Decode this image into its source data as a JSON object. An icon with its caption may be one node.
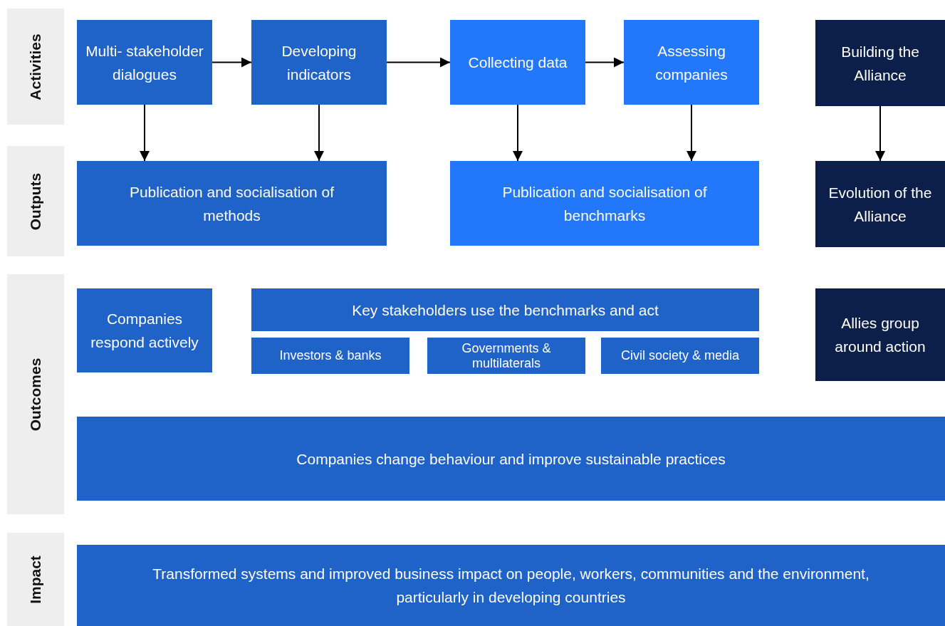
{
  "diagram": {
    "nodes": [
      {
        "text": [
          "Activities"
        ]
      },
      {
        "text": [
          "Outputs"
        ]
      },
      {
        "text": [
          "Outcomes"
        ]
      },
      {
        "text": [
          "Impact"
        ]
      },
      {
        "text": [
          "Multi- stakeholder dialogues"
        ]
      },
      {
        "text": [
          "Developing indicators"
        ]
      },
      {
        "text": [
          "Collecting data"
        ]
      },
      {
        "text": [
          "Assessing companies"
        ]
      },
      {
        "text": [
          "Building the Alliance"
        ]
      },
      {
        "text": [
          "Publication and socialisation of methods"
        ]
      },
      {
        "text": [
          "Publication and socialisation of benchmarks"
        ]
      },
      {
        "text": [
          "Evolution of the Alliance"
        ]
      },
      {
        "text": [
          "Companies respond actively"
        ]
      },
      {
        "text": [
          "Key stakeholders use the benchmarks and act"
        ]
      },
      {
        "text": [
          "Investors & banks"
        ]
      },
      {
        "text": [
          "Governments & multilaterals"
        ]
      },
      {
        "text": [
          "Civil society & media"
        ]
      },
      {
        "text": [
          "Allies group around action"
        ]
      },
      {
        "text": [
          "Companies change behaviour and improve sustainable practices"
        ]
      },
      {
        "text": [
          "Transformed systems and improved business impact on people, workers, communities and the environment, particularly in developing countries"
        ]
      }
    ],
    "edges": [
      {
        "from": 4,
        "to": 5,
        "arrow": "to"
      },
      {
        "from": 5,
        "to": 6,
        "arrow": "to"
      },
      {
        "from": 6,
        "to": 7,
        "arrow": "to"
      },
      {
        "from": 4,
        "to": 9,
        "arrow": "to"
      },
      {
        "from": 5,
        "to": 9,
        "arrow": "to"
      },
      {
        "from": 6,
        "to": 10,
        "arrow": "to"
      },
      {
        "from": 7,
        "to": 10,
        "arrow": "to"
      },
      {
        "from": 8,
        "to": 11,
        "arrow": "to"
      }
    ]
  }
}
